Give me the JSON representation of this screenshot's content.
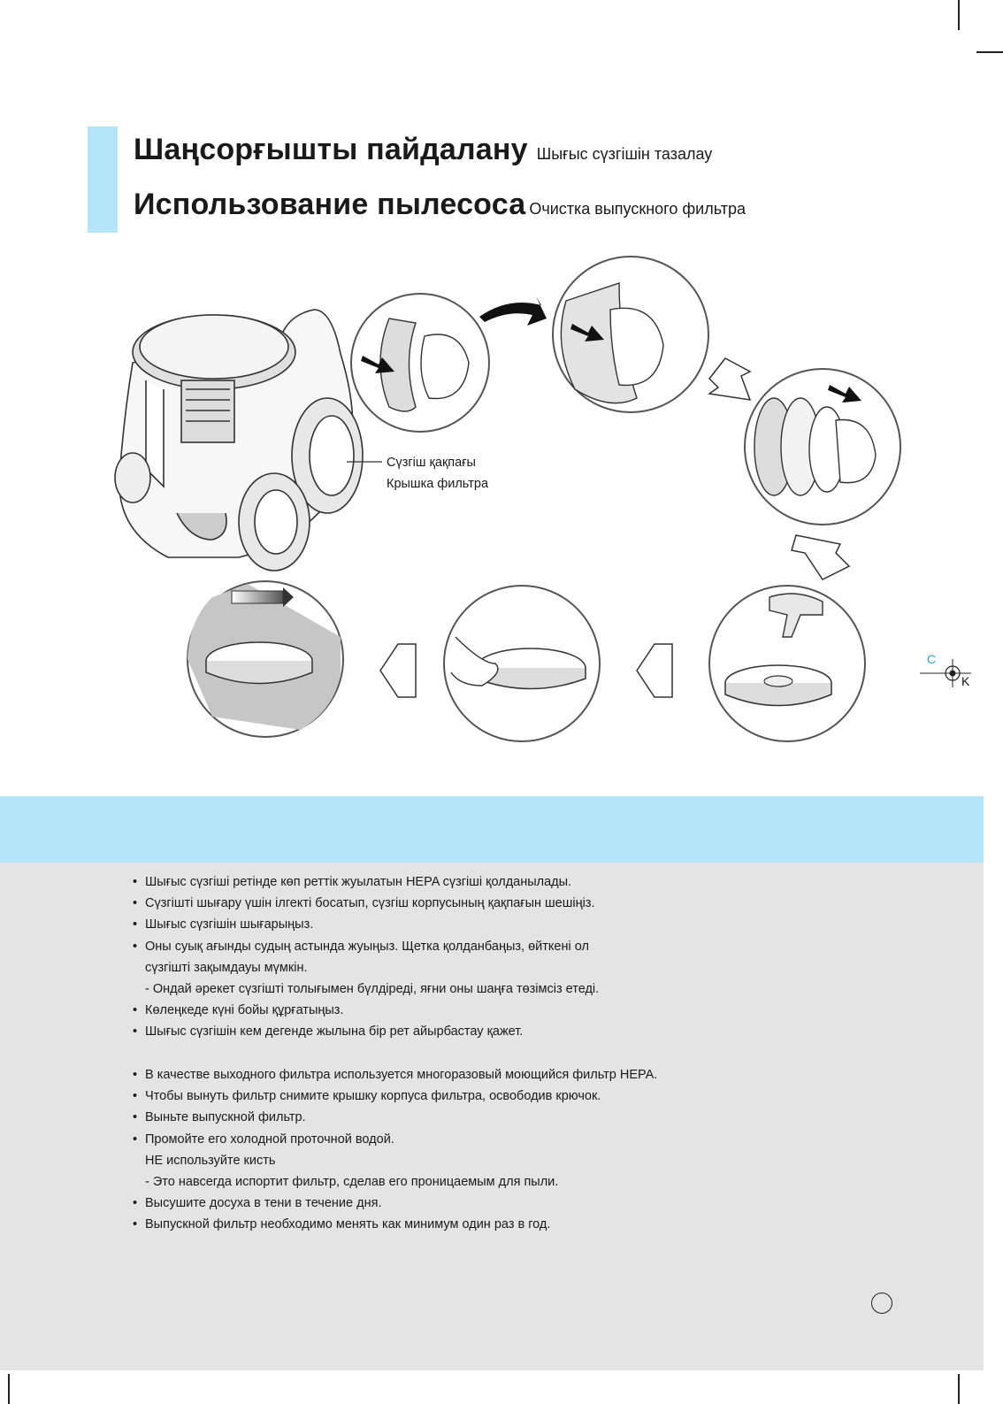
{
  "heading": {
    "kz_main": "Шаңсорғышты пайдалану",
    "kz_sub": "Шығыс сүзгішін тазалау",
    "ru_main": "Использование пылесоса",
    "ru_sub": "Очистка выпускного фильтра"
  },
  "illustration": {
    "label_kz": "Сүзгіш қақпағы",
    "label_ru": "Крышка фильтра"
  },
  "kz_list": [
    {
      "bullet": "•",
      "text": "Шығыс сүзгіші ретінде көп реттік жуылатын HEPA сүзгіші қолданылады."
    },
    {
      "bullet": "•",
      "text": "Сүзгішті шығару үшін ілгекті босатып, сүзгіш корпусының қақпағын шешіңіз."
    },
    {
      "bullet": "•",
      "text": "Шығыс сүзгішін шығарыңыз."
    },
    {
      "bullet": "•",
      "text": "Оны суық ағынды судың астында жуыңыз. Щетка қолданбаңыз, өйткені ол"
    },
    {
      "bullet": "",
      "text": "сүзгішті зақымдауы мүмкін."
    },
    {
      "bullet": "",
      "text": "- Ондай әрекет сүзгішті толығымен бүлдіреді, яғни оны шаңға төзімсіз етеді."
    },
    {
      "bullet": "•",
      "text": "Көлеңкеде күні бойы құрғатыңыз."
    },
    {
      "bullet": "•",
      "text": "Шығыс сүзгішін кем дегенде жылына бір рет айырбастау қажет."
    }
  ],
  "ru_list": [
    {
      "bullet": "•",
      "text": "В качестве выходного фильтра используется многоразовый моющийся фильтр HEPA."
    },
    {
      "bullet": "•",
      "text": "Чтобы вынуть фильтр снимите крышку корпуса фильтра, освободив крючок."
    },
    {
      "bullet": "•",
      "text": "Выньте выпускной фильтр."
    },
    {
      "bullet": "•",
      "text": "Промойте его холодной проточной водой."
    },
    {
      "bullet": "",
      "text": "НЕ используйте кисть"
    },
    {
      "bullet": "",
      "text": "- Это навсегда испортит фильтр, сделав его проницаемым для пыли."
    },
    {
      "bullet": "•",
      "text": "Высушите досуха в тени в течение дня."
    },
    {
      "bullet": "•",
      "text": "Выпускной фильтр необходимо менять как минимум один раз в год."
    }
  ],
  "registration": {
    "c": "C",
    "k": "K"
  },
  "colors": {
    "accent": "#b3e4f7",
    "panel": "#e4e4e4"
  }
}
